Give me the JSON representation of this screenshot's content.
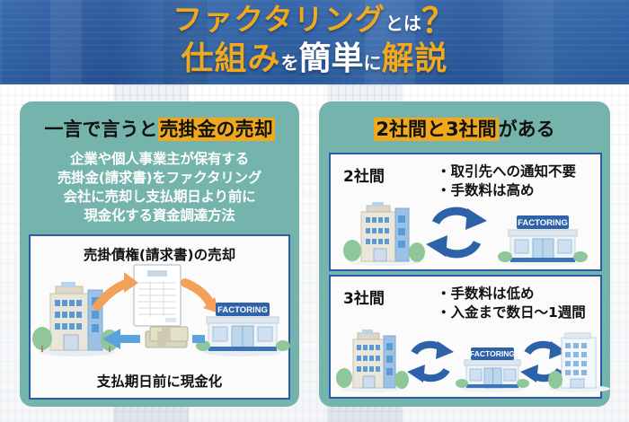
{
  "header": {
    "line1": {
      "main": "ファクタリング",
      "particle": "とは",
      "mark": "？"
    },
    "line2": {
      "part1": "仕組み",
      "particle1": "を",
      "part2": "簡単",
      "particle2": "に",
      "part3": "解説"
    }
  },
  "left_panel": {
    "title_plain": "一言で言うと",
    "title_highlight": "売掛金の売却",
    "lead_lines": [
      "企業や個人事業主が保有する",
      "売掛金(請求書)をファクタリング",
      "会社に売却し支払期日より前に",
      "現金化する資金調達方法"
    ],
    "diagram": {
      "caption_top": "売掛債権(請求書)の売却",
      "caption_bottom": "支払期日前に現金化",
      "factoring_sign": "FACTORING"
    }
  },
  "right_panel": {
    "title_highlight": "2社間と3社間",
    "title_plain": "がある",
    "cards": [
      {
        "label": "2社間",
        "bullets": [
          "・取引先への通知不要",
          "・手数料は高め"
        ],
        "factoring_sign": "FACTORING"
      },
      {
        "label": "3社間",
        "bullets": [
          "・手数料は低め",
          "・入金まで数日〜1週間"
        ],
        "factoring_sign": "FACTORING"
      }
    ]
  },
  "colors": {
    "header_blue": "#2b5fa6",
    "gold": "#f0a91e",
    "highlight": "#f0a81c",
    "panel_teal": "#74b4ac",
    "card_border": "#2a5ca8",
    "arrow_blue": "#2e62a8",
    "arrow_orange": "#f2a05a"
  }
}
